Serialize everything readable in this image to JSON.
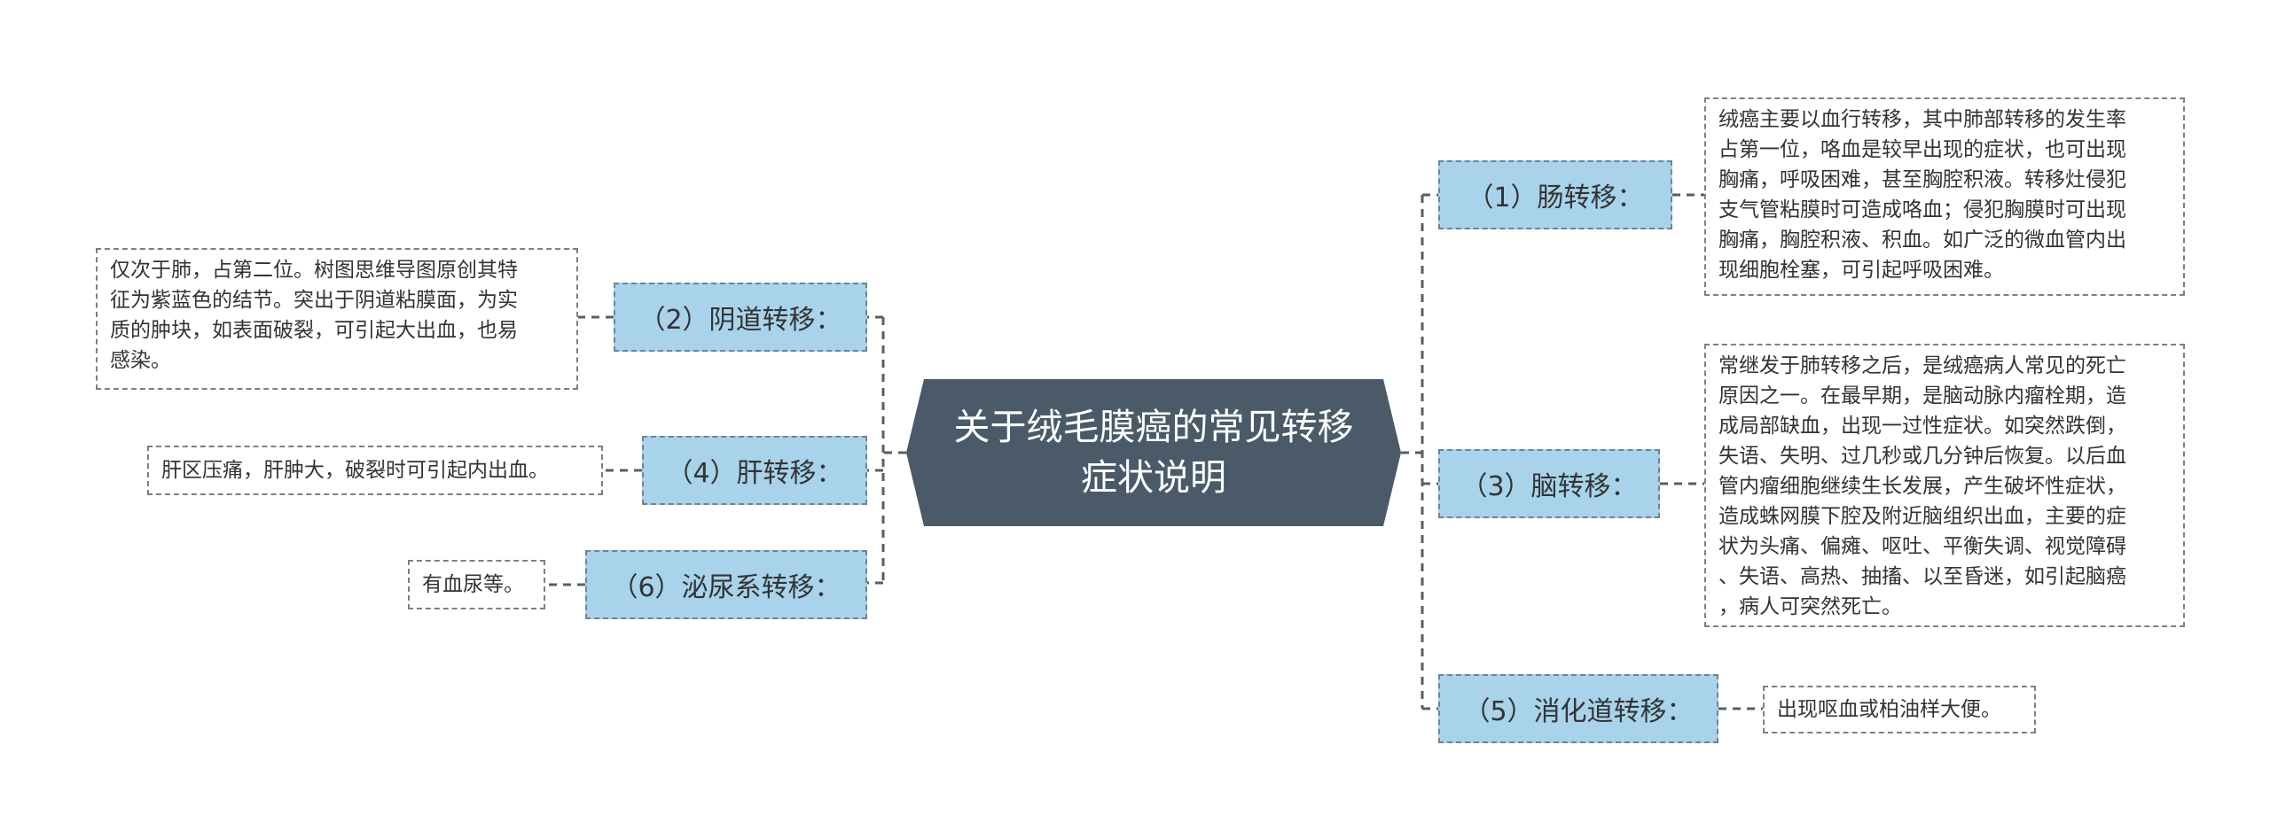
{
  "central": {
    "title_line1": "关于绒毛膜癌的常见转移",
    "title_line2": "症状说明"
  },
  "branches": {
    "intestine": "（1）肠转移：",
    "vagina": "（2）阴道转移：",
    "brain": "（3）脑转移：",
    "liver": "（4）肝转移：",
    "digestive": "（5）消化道转移：",
    "urinary": "（6）泌尿系转移："
  },
  "leaves": {
    "intestine": [
      "绒癌主要以血行转移，其中肺部转移的发生率",
      "占第一位，咯血是较早出现的症状，也可出现",
      "胸痛，呼吸困难，甚至胸腔积液。转移灶侵犯",
      "支气管粘膜时可造成咯血；侵犯胸膜时可出现",
      "胸痛，胸腔积液、积血。如广泛的微血管内出",
      "现细胞栓塞，可引起呼吸困难。"
    ],
    "vagina": [
      "仅次于肺，占第二位。树图思维导图原创其特",
      "征为紫蓝色的结节。突出于阴道粘膜面，为实",
      "质的肿块，如表面破裂，可引起大出血，也易",
      "感染。"
    ],
    "brain": [
      "常继发于肺转移之后，是绒癌病人常见的死亡",
      "原因之一。在最早期，是脑动脉内瘤栓期，造",
      "成局部缺血，出现一过性症状。如突然跌倒，",
      "失语、失明、过几秒或几分钟后恢复。以后血",
      "管内瘤细胞继续生长发展，产生破坏性症状，",
      "造成蛛网膜下腔及附近脑组织出血，主要的症",
      "状为头痛、偏瘫、呕吐、平衡失调、视觉障碍",
      "、失语、高热、抽搐、以至昏迷，如引起脑癌",
      "，病人可突然死亡。"
    ],
    "liver": "肝区压痛，肝肿大，破裂时可引起内出血。",
    "digestive": "出现呕血或柏油样大便。",
    "urinary": "有血尿等。"
  }
}
